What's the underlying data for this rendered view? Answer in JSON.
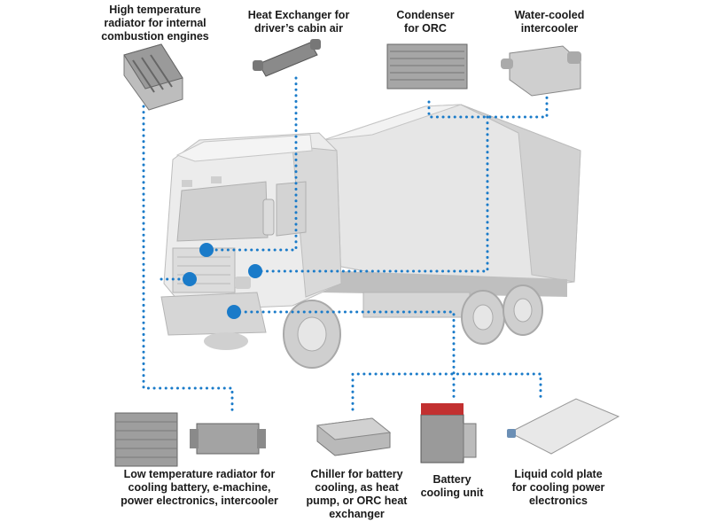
{
  "labels": {
    "ht_radiator": [
      "High temperature",
      "radiator for internal",
      "combustion engines"
    ],
    "heat_exchanger": [
      "Heat Exchanger for",
      "driver’s cabin air"
    ],
    "condenser": [
      "Condenser",
      "for ORC"
    ],
    "water_intercooler": [
      "Water-cooled",
      "intercooler"
    ],
    "lt_radiator": [
      "Low temperature radiator for",
      "cooling battery, e-machine,",
      "power electronics, intercooler"
    ],
    "chiller": [
      "Chiller for battery",
      "cooling, as heat",
      "pump, or ORC heat",
      "exchanger"
    ],
    "battery_unit": [
      "Battery",
      "cooling unit"
    ],
    "cold_plate": [
      "Liquid cold plate",
      "for cooling power",
      "electronics"
    ]
  },
  "colors": {
    "accent": "#1a7bc9",
    "truck_body": "#e4e4e4",
    "truck_shade": "#c8c8c8",
    "text": "#1a1a1a"
  }
}
